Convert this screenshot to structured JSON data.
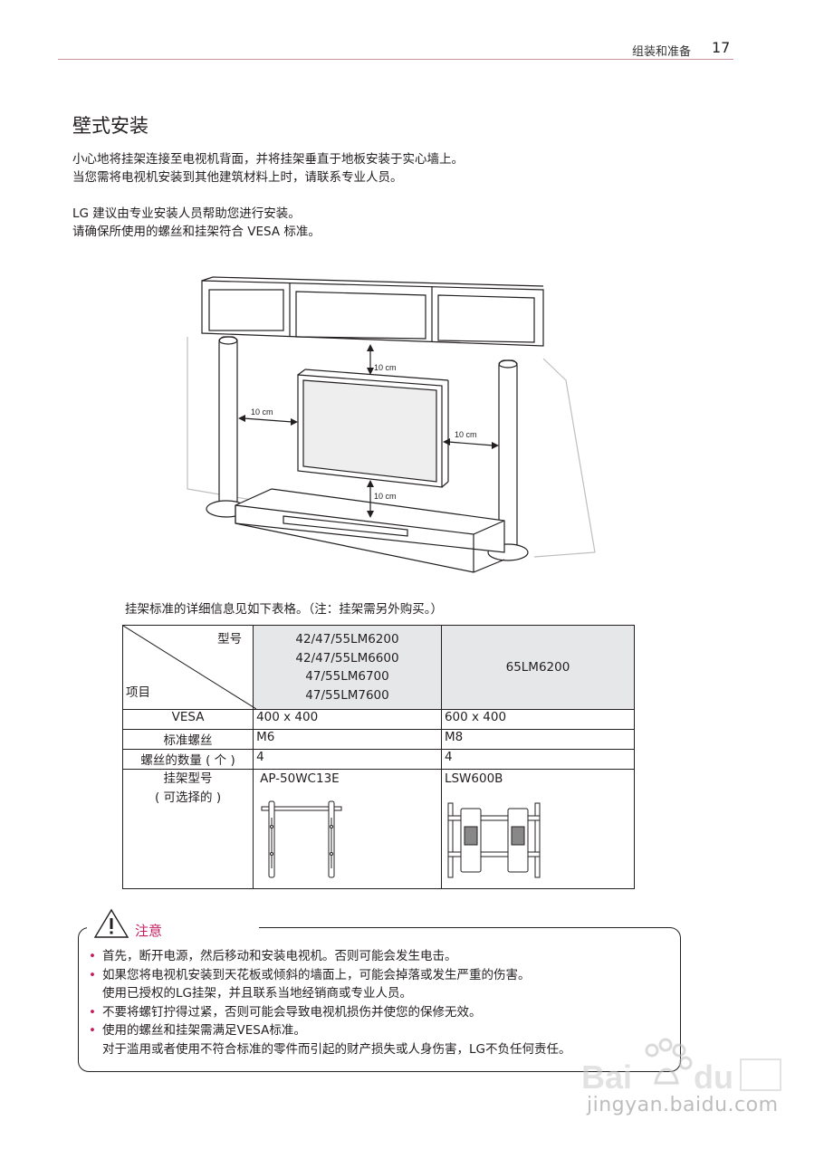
{
  "header": {
    "section": "组装和准备",
    "page_number": "17"
  },
  "title": "壁式安装",
  "paragraphs": [
    [
      "小心地将挂架连接至电视机背面，并将挂架垂直于地板安装于实心墙上。",
      "当您需将电视机安装到其他建筑材料上时，请联系专业人员。"
    ],
    [
      "LG 建议由专业安装人员帮助您进行安装。",
      "请确保所使用的螺丝和挂架符合 VESA 标准。"
    ]
  ],
  "diagram": {
    "labels": {
      "top": "10 cm",
      "left": "10 cm",
      "right": "10 cm",
      "bottom": "10 cm"
    }
  },
  "table": {
    "caption": "挂架标准的详细信息见如下表格。（注：挂架需另外购买。）",
    "corner": {
      "model": "型号",
      "item": "项目"
    },
    "columns": [
      {
        "models": [
          "42/47/55LM6200",
          "42/47/55LM6600",
          "47/55LM6700",
          "47/55LM7600"
        ]
      },
      {
        "models": [
          "65LM6200"
        ]
      }
    ],
    "rows": [
      {
        "label": "VESA",
        "values": [
          "400 x 400",
          "600 x 400"
        ]
      },
      {
        "label": "标准螺丝",
        "values": [
          "M6",
          "M8"
        ]
      },
      {
        "label": "螺丝的数量 ( 个 )",
        "values": [
          "4",
          "4"
        ]
      }
    ],
    "mount": {
      "label": [
        "挂架型号",
        "( 可选择的 )"
      ],
      "values": [
        "AP-50WC13E",
        "LSW600B"
      ]
    }
  },
  "caution": {
    "title": "注意",
    "items": [
      [
        "首先，断开电源，然后移动和安装电视机。否则可能会发生电击。"
      ],
      [
        "如果您将电视机安装到天花板或倾斜的墙面上，可能会掉落或发生严重的伤害。",
        "使用已授权的LG挂架，并且联系当地经销商或专业人员。"
      ],
      [
        "不要将螺钉拧得过紧，否则可能会导致电视机损伤并使您的保修无效。"
      ],
      [
        "使用的螺丝和挂架需满足VESA标准。",
        "对于滥用或者使用不符合标准的零件而引起的财产损失或人身伤害，LG不负任何责任。"
      ]
    ]
  },
  "watermark": {
    "url": "jingyan.baidu.com"
  },
  "colors": {
    "accent": "#c21a5d",
    "rule": "#c9929e",
    "table_shade": "#e6e7e8"
  }
}
